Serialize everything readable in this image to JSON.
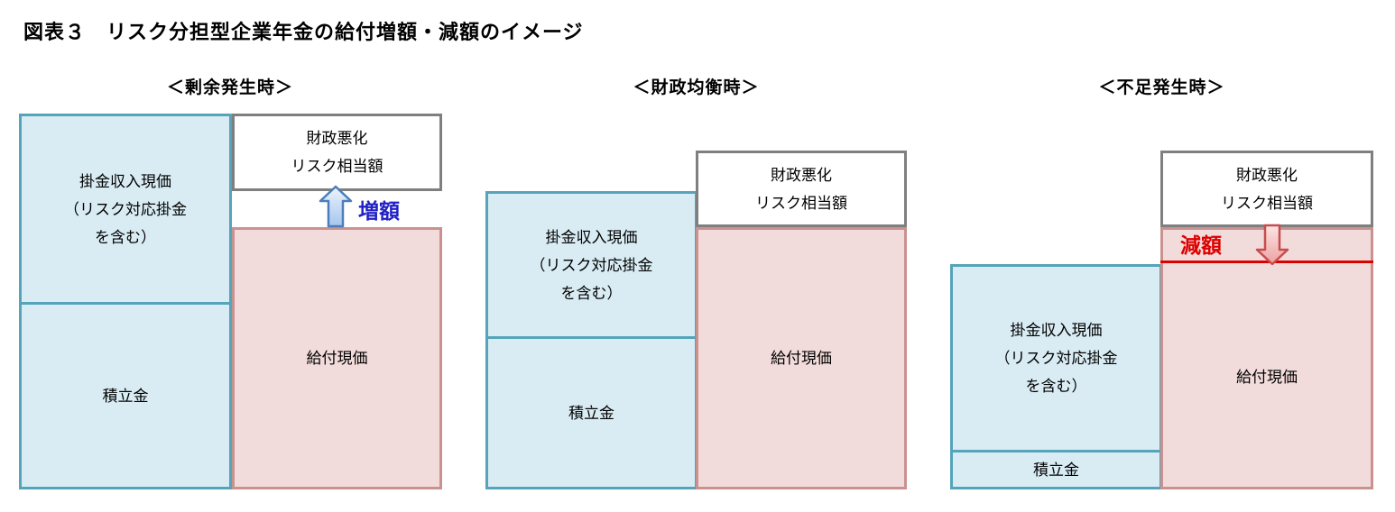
{
  "title": "図表３　リスク分担型企業年金の給付増額・減額のイメージ",
  "colors": {
    "blue_fill": "#d9ecf4",
    "blue_border": "#55a4b9",
    "pink_fill": "#f2dcdb",
    "pink_border": "#c9928f",
    "risk_border": "#7f7f7f",
    "increase_color": "#2020c8",
    "decrease_color": "#dd0000"
  },
  "icons": {
    "increase": "up-block-arrow",
    "decrease": "down-block-arrow"
  },
  "panels": [
    {
      "id": "surplus",
      "header": "＜剰余発生時＞",
      "contribution_label": "掛金収入現価\n（リスク対応掛金\nを含む）",
      "reserve_label": "積立金",
      "risk_label": "財政悪化\nリスク相当額",
      "benefit_label": "給付現価",
      "change_label": "増額"
    },
    {
      "id": "balanced",
      "header": "＜財政均衡時＞",
      "contribution_label": "掛金収入現価\n（リスク対応掛金\nを含む）",
      "reserve_label": "積立金",
      "risk_label": "財政悪化\nリスク相当額",
      "benefit_label": "給付現価"
    },
    {
      "id": "shortage",
      "header": "＜不足発生時＞",
      "contribution_label": "掛金収入現価\n（リスク対応掛金\nを含む）",
      "reserve_label": "積立金",
      "risk_label": "財政悪化\nリスク相当額",
      "benefit_label": "給付現価",
      "change_label": "減額"
    }
  ]
}
